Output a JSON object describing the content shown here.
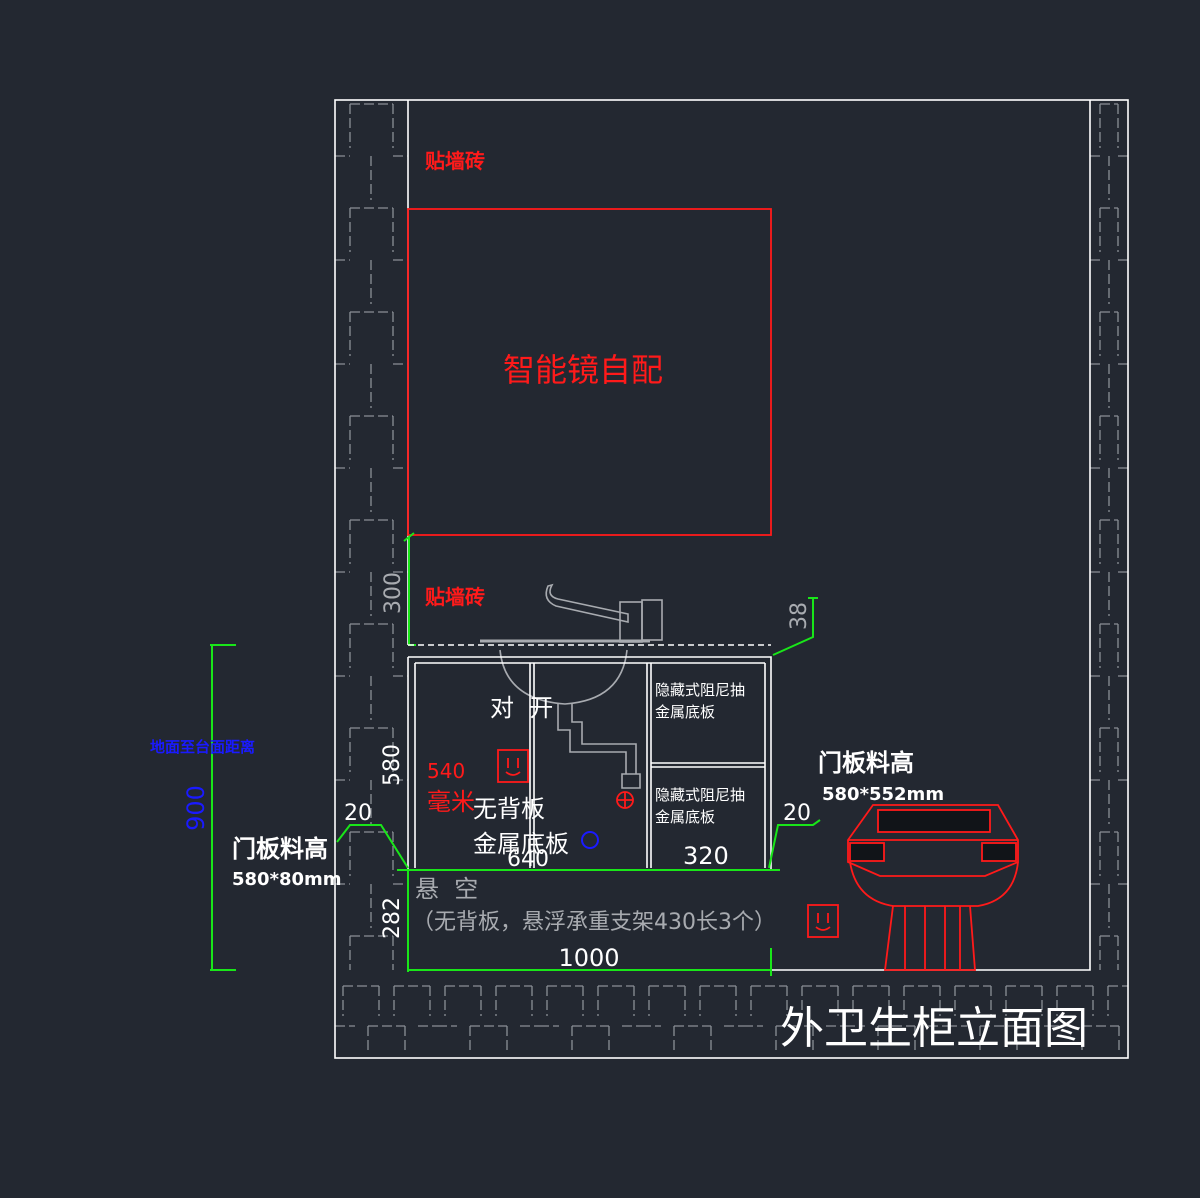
{
  "drawing_title": "外卫生柜立面图",
  "wall": {
    "tile_upper": "贴墙砖",
    "tile_lower": "贴墙砖"
  },
  "mirror": {
    "label": "智能镜自配"
  },
  "cabinet": {
    "door_label": "对  开",
    "drawer_upper": [
      "隐藏式阻尼抽",
      "金属底板"
    ],
    "drawer_lower": [
      "隐藏式阻尼抽",
      "金属底板"
    ],
    "depth_value": "540",
    "depth_unit": "毫米",
    "back_panel": "无背板",
    "bottom_panel": "金属底板"
  },
  "suspension": {
    "label": "悬  空",
    "note": "（无背板，悬浮承重支架430长3个）"
  },
  "floor_to_counter_label": "地面至台面距离",
  "door_panels": {
    "left": {
      "label": "门板料高",
      "size": "580*80mm"
    },
    "right": {
      "label": "门板料高",
      "size": "580*552mm"
    }
  },
  "dimensions": {
    "mirror_to_counter": "300",
    "counter_thickness": "38",
    "cabinet_height": "580",
    "suspended_height": "282",
    "floor_to_counter": "900",
    "cabinet_width": "1000",
    "left_section_width": "640",
    "right_section_width": "320",
    "left_gap": "20",
    "right_gap": "20"
  },
  "icons": {
    "upper_socket": "socket-icon",
    "lower_socket": "socket-icon",
    "drain": "drain-icon",
    "water_valve": "water-valve-icon",
    "faucet": "faucet-icon",
    "toilet": "toilet-icon"
  },
  "colors": {
    "background": "#232831",
    "line": "#ffffff",
    "dimension": "#19e619",
    "annotation": "#ff1a1a",
    "muted": "#a8abb0",
    "blue": "#1a1aff"
  }
}
